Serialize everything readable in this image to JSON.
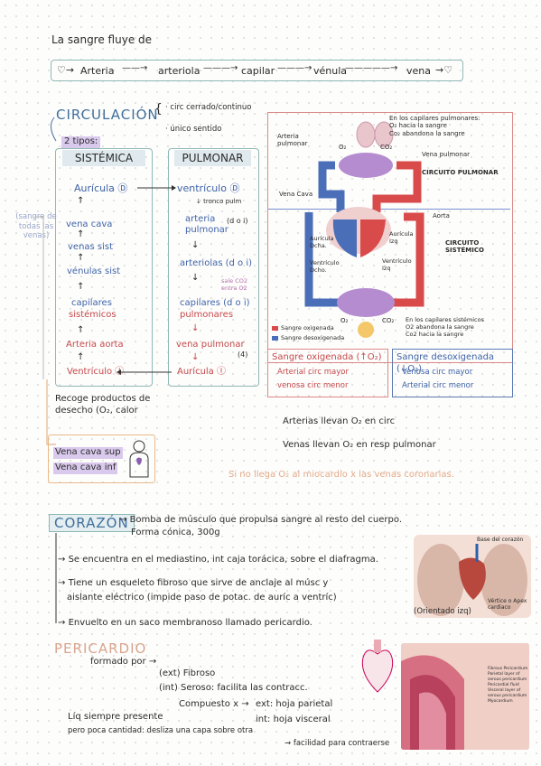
{
  "header": {
    "title": "La sangre fluye de",
    "flow": [
      "Arteria",
      "arteriola",
      "capilar",
      "vénula",
      "vena"
    ]
  },
  "circulacion": {
    "title": "CIRCULACIÓN",
    "props": [
      "circ cerrado/continuo",
      "único sentido"
    ],
    "tipos": "2 tipos:",
    "sistemica": {
      "title": "SISTÉMICA",
      "items": [
        "Aurícula",
        "vena cava",
        "venas sist",
        "vénulas sist",
        "capilares",
        "sistémicos",
        "Arteria aorta",
        "Ventrículo"
      ],
      "auricula_num": "D",
      "ventriculo_num": "I"
    },
    "pulmonar": {
      "title": "PULMONAR",
      "items": [
        "ventrículo",
        "tronco pulm",
        "arteria",
        "pulmonar",
        "(d o i)",
        "arteriolas (d o i)",
        "capilares (d o i)",
        "pulmonares",
        "vena pulmonar",
        "(4)",
        "Aurícula"
      ],
      "ventriculo_num": "D",
      "auricula_num": "I",
      "note": "sale CO2 entra O2"
    },
    "side_note": "(sangre de todas las venas)",
    "recoge": "Recoge productos de desecho (O₂, calor",
    "cava": [
      "Vena cava sup",
      "Vena cava inf"
    ]
  },
  "diagram": {
    "top_note": [
      "En los capilares pulmonares:",
      "O₂ hacia la sangre",
      "Co₂ abandona la sangre"
    ],
    "labels": {
      "arteria_pulmonar": "Arteria pulmonar",
      "vena_pulmonar": "Vena pulmonar",
      "circuito_pulmonar": "CIRCUITO PULMONAR",
      "vena_cava": "Vena Cava",
      "aorta": "Aorta",
      "auricula_dcha": "Aurícula Dcha.",
      "auricula_izq": "Aurícula Izq",
      "ventriculo_dcho": "Ventrículo Dcho.",
      "ventriculo_izq": "Ventrículo Izq",
      "circuito_sistemico": "CIRCUITO SISTÉMICO",
      "o2": "O₂",
      "co2": "CO₂"
    },
    "legend": [
      "Sangre oxigenada",
      "Sangre desoxigenada"
    ],
    "bottom_note": [
      "En los capilares sistémicos",
      "O2 abandona la sangre",
      "Co2 hacia la sangre"
    ],
    "colors": {
      "oxygenated": "#d94a4a",
      "deoxygenated": "#4a6fb8",
      "capillary": "#9b6fb5"
    }
  },
  "sangre_boxes": {
    "oxigenada": {
      "title": "Sangre oxigenada (↑O₂)",
      "lines": [
        "Arterial circ mayor",
        "venosa  circ menor"
      ]
    },
    "desoxigenada": {
      "title": "Sangre desoxigenada (↓O₂)",
      "lines": [
        "Venosa circ mayor",
        "Arterial circ menor"
      ]
    }
  },
  "arterias_venas": [
    "Arterias llevan O₂ en circ",
    "Venas llevan O₂ en resp pulmonar"
  ],
  "miocardio_note": "Si no llega O₂ al miocardio x las venas coronarias.",
  "corazon": {
    "title": "CORAZÓN",
    "def": "Bomba de músculo que propulsa sangre al resto del cuerpo.",
    "forma": "Forma cónica, 300g",
    "bullets": [
      "Se encuentra en el mediastino, int caja torácica, sobre el diafragma.",
      "Tiene un esqueleto fibroso que sirve de anclaje al músc y",
      "aislante eléctrico (impide paso de potac. de auríc a ventríc)",
      "Envuelto en un saco membranoso llamado pericardio."
    ],
    "img_labels": [
      "Base del corazón",
      "Vértice o Apex cardiaco"
    ],
    "orientado": "(Orientado izq)"
  },
  "pericardio": {
    "title": "PERICARDIO",
    "formado": "formado por",
    "ext": "(ext) Fibroso",
    "int": "(int) Seroso: facilita las contracc.",
    "compuesto": "Compuesto x",
    "ext_hoja": "ext: hoja parietal",
    "int_hoja": "int: hoja visceral",
    "liq": "Líq siempre presente",
    "poca": "pero poca cantidad: desliza una capa sobre otra",
    "facilidad": "facilidad para contraerse",
    "layers": [
      "Fibrous Pericardium",
      "Parietal layer of serous pericardium",
      "Pericardial fluid",
      "Visceral layer of serous pericardium",
      "Myocardium"
    ]
  }
}
